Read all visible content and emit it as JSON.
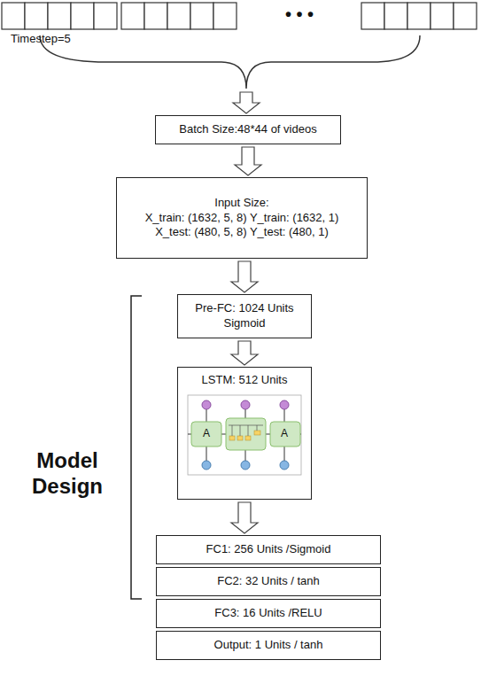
{
  "diagram": {
    "nodes": [
      {
        "text": [
          "Batch Size:48*44 of videos"
        ]
      },
      {
        "text": [
          "Input Size:",
          "X_train: (1632, 5, 8)  Y_train: (1632, 1)",
          "X_test: (480, 5, 8) Y_test: (480, 1)"
        ]
      },
      {
        "text": [
          "Pre-FC: 1024 Units Sigmoid"
        ]
      },
      {
        "text": [
          "LSTM: 512 Units"
        ]
      },
      {
        "text": [
          "FC1: 256 Units /Sigmoid"
        ]
      },
      {
        "text": [
          "FC2: 32 Units / tanh"
        ]
      },
      {
        "text": [
          "FC3: 16 Units /RELU"
        ]
      },
      {
        "text": [
          "Output: 1 Units / tanh"
        ]
      }
    ],
    "edges": [
      {
        "from": 0,
        "to": 1,
        "arrow": "to"
      },
      {
        "from": 1,
        "to": 2,
        "arrow": "to"
      },
      {
        "from": 2,
        "to": 3,
        "arrow": "to"
      },
      {
        "from": 3,
        "to": 4,
        "arrow": "to"
      }
    ],
    "labels": [
      "• • •",
      "Timestep=5",
      "A",
      "A",
      "Model Design"
    ]
  }
}
